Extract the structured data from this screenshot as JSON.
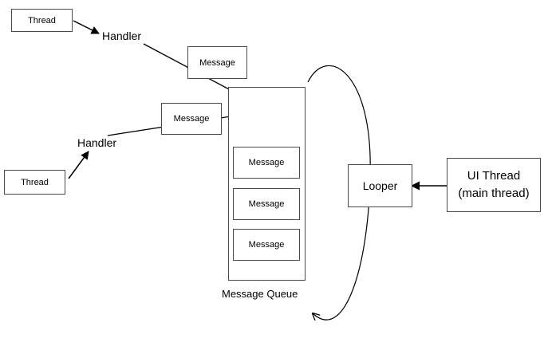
{
  "threads": [
    {
      "label": "Thread"
    },
    {
      "label": "Thread"
    }
  ],
  "handlers": [
    {
      "label": "Handler"
    },
    {
      "label": "Handler"
    }
  ],
  "incoming_messages": [
    {
      "label": "Message"
    },
    {
      "label": "Message"
    }
  ],
  "queue": {
    "label": "Message Queue",
    "messages": [
      {
        "label": "Message"
      },
      {
        "label": "Message"
      },
      {
        "label": "Message"
      }
    ]
  },
  "looper": {
    "label": "Looper"
  },
  "ui_thread": {
    "line1": "UI Thread",
    "line2": "(main thread)"
  }
}
